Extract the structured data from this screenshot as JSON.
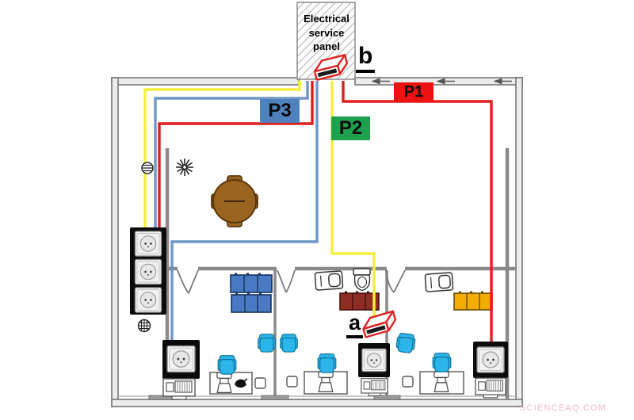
{
  "diagram": {
    "panel": {
      "label_lines": [
        "Electrical",
        "service",
        "panel"
      ]
    },
    "points": {
      "a": "a",
      "b": "b"
    },
    "circuits": [
      {
        "label": "P1",
        "label_bg": "#ee1111",
        "wire_color": "#e11d1d"
      },
      {
        "label": "P2",
        "label_bg": "#1ea14f",
        "wire_color": "#f6ee3c"
      },
      {
        "label": "P3",
        "label_bg": "#4f81bd",
        "wire_color": "#6e96c8"
      }
    ],
    "icons": {
      "electrical-panel-icon": "hatched rectangle",
      "junction-box-icon": "red outlined 3d box",
      "outlet-icon": "wall socket face",
      "printer-icon": "printer",
      "pc-icon": "workstation computer",
      "chair-icon": "office chair",
      "table-icon": "round meeting table with 4 chairs",
      "star-icon": "12-point star",
      "ceiling-light-icon": "hatched circle",
      "toilet-icon": "toilet",
      "appliance-icon": "appliance with round hob",
      "bench-icon": "3-section bench"
    },
    "watermark": {
      "text": "SCIENCEAQ.COM"
    }
  }
}
